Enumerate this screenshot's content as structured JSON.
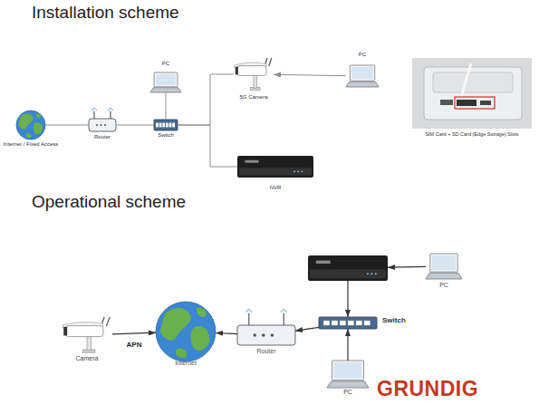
{
  "diagram": {
    "title": "Installation scheme",
    "nodes": [
      {
        "text": [
          "Internet / Fixed Access"
        ]
      },
      {
        "text": [
          "Router"
        ]
      },
      {
        "text": [
          "PC"
        ]
      },
      {
        "text": [
          "Switch"
        ]
      },
      {
        "text": [
          "5G Camera"
        ]
      },
      {
        "text": [
          "PC"
        ]
      },
      {
        "text": [
          "NVR"
        ]
      },
      {
        "text": [
          "Camera"
        ]
      },
      {
        "text": [
          "Internet"
        ]
      },
      {
        "text": [
          "Router"
        ]
      },
      {
        "text": []
      },
      {
        "text": [
          "PC"
        ]
      },
      {
        "text": [
          "Switch"
        ]
      },
      {
        "text": [
          "PC"
        ]
      }
    ],
    "edges": [
      {
        "from": 0,
        "to": 1,
        "arrow": "none"
      },
      {
        "from": 1,
        "to": 3,
        "arrow": "none"
      },
      {
        "from": 2,
        "to": 3,
        "arrow": "none"
      },
      {
        "from": 3,
        "to": 4,
        "arrow": "none"
      },
      {
        "from": 3,
        "to": 6,
        "arrow": "none"
      },
      {
        "from": 5,
        "to": 4,
        "arrow": "to"
      },
      {
        "from": 7,
        "to": 8,
        "label": "APN",
        "arrow": "to"
      },
      {
        "from": 9,
        "to": 8,
        "arrow": "to"
      },
      {
        "from": 12,
        "to": 9,
        "arrow": "to"
      },
      {
        "from": 10,
        "to": 12,
        "arrow": "to"
      },
      {
        "from": 11,
        "to": 10,
        "arrow": "to"
      },
      {
        "from": 13,
        "to": 12,
        "arrow": "to"
      }
    ],
    "labels": [
      "Operational scheme",
      "SIM Card + SD Card (Edge Storage) Slots",
      "GRUNDIG"
    ]
  }
}
